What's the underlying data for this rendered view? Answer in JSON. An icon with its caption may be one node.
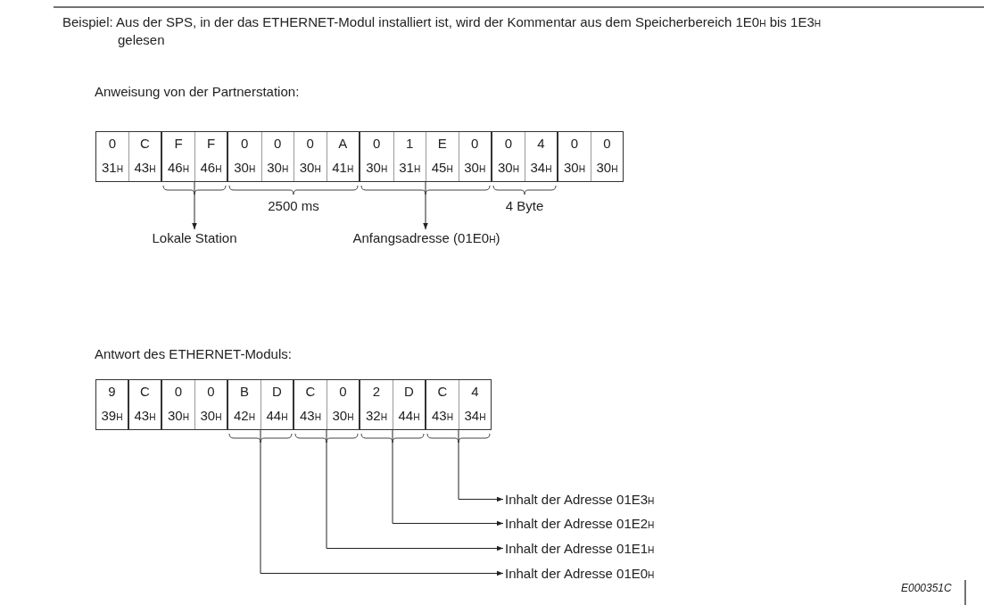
{
  "diagram": {
    "title": "Beispiel: Aus der SPS, in der das ETHERNET-Modul installiert ist, wird der Kommentar aus dem Speicherbereich 1E0$_{H}$ bis 1E3$_{H}$ gelesen",
    "nodes": [
      {
        "text": [
          "0",
          "C",
          "31$_{H}$",
          "43$_{H}$"
        ]
      },
      {
        "text": [
          "F",
          "F",
          "46$_{H}$",
          "46$_{H}$"
        ]
      },
      {
        "text": [
          "0",
          "0",
          "0",
          "A",
          "30$_{H}$",
          "30$_{H}$",
          "30$_{H}$",
          "41$_{H}$"
        ],
        "beside": [
          "2500 ms"
        ]
      },
      {
        "text": [
          "0",
          "1",
          "E",
          "0",
          "30$_{H}$",
          "31$_{H}$",
          "45$_{H}$",
          "30$_{H}$"
        ]
      },
      {
        "text": [
          "0",
          "4",
          "30$_{H}$",
          "34$_{H}$"
        ],
        "beside": [
          "4 Byte"
        ]
      },
      {
        "text": [
          "0",
          "0",
          "30$_{H}$",
          "30$_{H}$"
        ]
      },
      {
        "text": [
          "Lokale Station"
        ]
      },
      {
        "text": [
          "Anfangsadresse (01E0$_{H}$)"
        ]
      },
      {
        "text": [
          "9",
          "39$_{H}$"
        ]
      },
      {
        "text": [
          "C",
          "43$_{H}$"
        ]
      },
      {
        "text": [
          "0",
          "0",
          "30$_{H}$",
          "30$_{H}$"
        ]
      },
      {
        "text": [
          "B",
          "D",
          "42$_{H}$",
          "44$_{H}$"
        ]
      },
      {
        "text": [
          "C",
          "0",
          "43$_{H}$",
          "30$_{H}$"
        ]
      },
      {
        "text": [
          "2",
          "D",
          "32$_{H}$",
          "44$_{H}$"
        ]
      },
      {
        "text": [
          "C",
          "4",
          "43$_{H}$",
          "34$_{H}$"
        ]
      },
      {
        "text": [
          "Inhalt der Adresse 01E3$_{H}$"
        ]
      },
      {
        "text": [
          "Inhalt der Adresse 01E2$_{H}$"
        ]
      },
      {
        "text": [
          "Inhalt der Adresse 01E1$_{H}$"
        ]
      },
      {
        "text": [
          "Inhalt der Adresse 01E0$_{H}$"
        ]
      }
    ],
    "edges": [
      {
        "from": 1,
        "to": 6,
        "arrow": "to"
      },
      {
        "from": 3,
        "to": 7,
        "arrow": "to"
      },
      {
        "from": 14,
        "to": 15,
        "arrow": "to"
      },
      {
        "from": 13,
        "to": 16,
        "arrow": "to"
      },
      {
        "from": 12,
        "to": 17,
        "arrow": "to"
      },
      {
        "from": 11,
        "to": 18,
        "arrow": "to"
      }
    ],
    "labels": [
      "Anweisung von der Partnerstation:",
      "Antwort des ETHERNET-Moduls:",
      "E000351C"
    ]
  }
}
